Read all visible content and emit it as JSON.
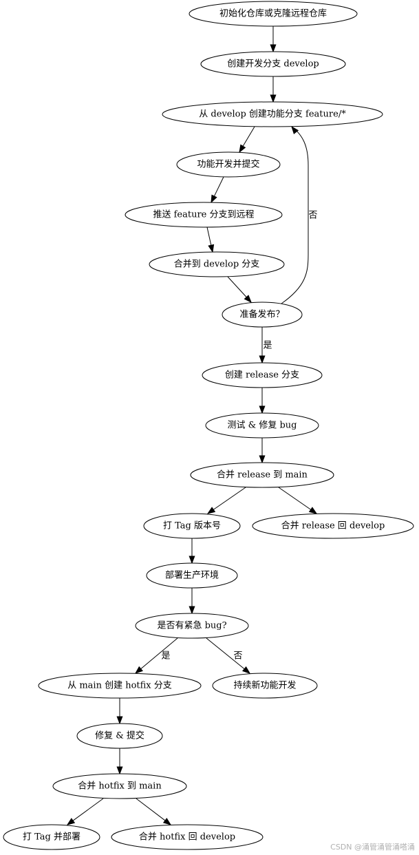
{
  "nodes": [
    {
      "id": "init",
      "label": "初始化仓库或克隆远程仓库"
    },
    {
      "id": "develop",
      "label": "创建开发分支 develop"
    },
    {
      "id": "feature",
      "label": "从 develop 创建功能分支 feature/*"
    },
    {
      "id": "commit",
      "label": "功能开发并提交"
    },
    {
      "id": "push",
      "label": "推送 feature 分支到远程"
    },
    {
      "id": "merge_dev",
      "label": "合并到 develop 分支"
    },
    {
      "id": "ready",
      "label": "准备发布？"
    },
    {
      "id": "release",
      "label": "创建 release 分支"
    },
    {
      "id": "test",
      "label": "测试 & 修复 bug"
    },
    {
      "id": "merge_main",
      "label": "合并 release 到 main"
    },
    {
      "id": "tag",
      "label": "打 Tag 版本号"
    },
    {
      "id": "release_back",
      "label": "合并 release 回 develop"
    },
    {
      "id": "deploy",
      "label": "部署生产环境"
    },
    {
      "id": "urgent",
      "label": "是否有紧急 bug?"
    },
    {
      "id": "hotfix",
      "label": "从 main 创建 hotfix 分支"
    },
    {
      "id": "continue",
      "label": "持续新功能开发"
    },
    {
      "id": "fix",
      "label": "修复 & 提交"
    },
    {
      "id": "merge_hotfix",
      "label": "合并 hotfix 到 main"
    },
    {
      "id": "tag_deploy",
      "label": "打 Tag 并部署"
    },
    {
      "id": "hotfix_back",
      "label": "合并 hotfix 回 develop"
    }
  ],
  "edges": [
    {
      "from": "init",
      "to": "develop",
      "label": ""
    },
    {
      "from": "develop",
      "to": "feature",
      "label": ""
    },
    {
      "from": "feature",
      "to": "commit",
      "label": ""
    },
    {
      "from": "commit",
      "to": "push",
      "label": ""
    },
    {
      "from": "push",
      "to": "merge_dev",
      "label": ""
    },
    {
      "from": "merge_dev",
      "to": "ready",
      "label": ""
    },
    {
      "from": "ready",
      "to": "feature",
      "label": "否"
    },
    {
      "from": "ready",
      "to": "release",
      "label": "是"
    },
    {
      "from": "release",
      "to": "test",
      "label": ""
    },
    {
      "from": "test",
      "to": "merge_main",
      "label": ""
    },
    {
      "from": "merge_main",
      "to": "tag",
      "label": ""
    },
    {
      "from": "merge_main",
      "to": "release_back",
      "label": ""
    },
    {
      "from": "tag",
      "to": "deploy",
      "label": ""
    },
    {
      "from": "deploy",
      "to": "urgent",
      "label": ""
    },
    {
      "from": "urgent",
      "to": "hotfix",
      "label": "是"
    },
    {
      "from": "urgent",
      "to": "continue",
      "label": "否"
    },
    {
      "from": "hotfix",
      "to": "fix",
      "label": ""
    },
    {
      "from": "fix",
      "to": "merge_hotfix",
      "label": ""
    },
    {
      "from": "merge_hotfix",
      "to": "tag_deploy",
      "label": ""
    },
    {
      "from": "merge_hotfix",
      "to": "hotfix_back",
      "label": ""
    }
  ],
  "watermark": "CSDN @涌管涌管涌嗒涌"
}
